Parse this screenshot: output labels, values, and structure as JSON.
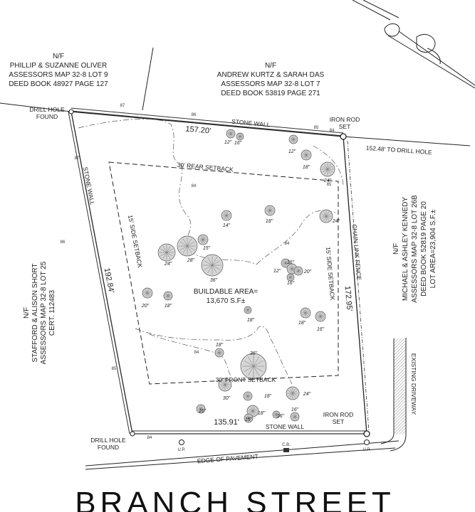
{
  "abutters": {
    "northwest": {
      "nf": "N/F",
      "name": "PHILLIP & SUZANNE OLIVER",
      "map": "ASSESSORS MAP 32-8 LOT 9",
      "deed": "DEED BOOK 48927 PAGE 127"
    },
    "north": {
      "nf": "N/F",
      "name": "ANDREW KURTZ & SARAH DAS",
      "map": "ASSESSORS MAP 32-8 LOT 7",
      "deed": "DEED BOOK 53819 PAGE 271"
    },
    "west": {
      "nf": "N/F",
      "name": "STAFFORD & ALISON SHORT",
      "map": "ASSESSORS MAP 32-8 LOT 25",
      "cert": "CERT. 112483"
    },
    "east": {
      "nf": "N/F",
      "name": "MICHAEL & ASHLEY KENNEDY",
      "map": "ASSESSORS MAP 32-8 LOT 26B",
      "deed": "DEED BOOK 52819 PAGE 20",
      "area": "LOT AREA=23,904 S.F.±"
    }
  },
  "monuments": {
    "drill_hole_nw": [
      "DRILL HOLE",
      "FOUND"
    ],
    "iron_rod_ne": [
      "IRON ROD",
      "SET"
    ],
    "drill_hole_sw": [
      "DRILL HOLE",
      "FOUND"
    ],
    "iron_rod_se": [
      "IRON ROD",
      "SET"
    ]
  },
  "walls": {
    "north": "STONE WALL",
    "west": "STONE WALL",
    "south": "STONE WALL",
    "east_fence": "CHAIN LINK FENCE"
  },
  "dimensions": {
    "north": "157.20'",
    "east": "172.95'",
    "south": "135.91'",
    "west": "192.84'",
    "drill_hole_tie": "152.48' TO DRILL HOLE"
  },
  "setbacks": {
    "rear": "30'  REAR  SETBACK",
    "front": "30'  FRONT  SETBACK",
    "side_left": "15'  SIDE  SETBACK",
    "side_right": "15'  SIDE  SETBACK"
  },
  "buildable": {
    "line1": "BUILDABLE AREA=",
    "line2": "13,670 S.F±"
  },
  "street": {
    "name": "BRANCH  STREET",
    "edge": "EDGE OF PAVEMENT",
    "driveway": "EXISTING DRIVEWAY",
    "up_left": "U.P.",
    "up_right": "U.P.",
    "cb": "C.B."
  },
  "contours": [
    "87",
    "86",
    "85",
    "84",
    "87",
    "86",
    "85",
    "84",
    "85",
    "84",
    "84",
    "84"
  ],
  "trees": [
    {
      "size": "12\""
    },
    {
      "size": "16\""
    },
    {
      "size": "12\""
    },
    {
      "size": "18\""
    },
    {
      "size": "24\""
    },
    {
      "size": "18\""
    },
    {
      "size": "14\""
    },
    {
      "size": "24\""
    },
    {
      "size": "15\""
    },
    {
      "size": "28\""
    },
    {
      "size": "24\""
    },
    {
      "size": "36\""
    },
    {
      "size": "12\""
    },
    {
      "size": "16\""
    },
    {
      "size": "20\""
    },
    {
      "size": "16\""
    },
    {
      "size": "18\""
    },
    {
      "size": "18\""
    },
    {
      "size": "16\""
    },
    {
      "size": "20\""
    },
    {
      "size": "18\""
    },
    {
      "size": "18\""
    },
    {
      "size": "36\""
    },
    {
      "size": "30\""
    },
    {
      "size": "18\""
    },
    {
      "size": "24\""
    },
    {
      "size": "16\""
    },
    {
      "size": "18\""
    },
    {
      "size": "15\""
    },
    {
      "size": "16\""
    },
    {
      "size": "16\""
    }
  ]
}
